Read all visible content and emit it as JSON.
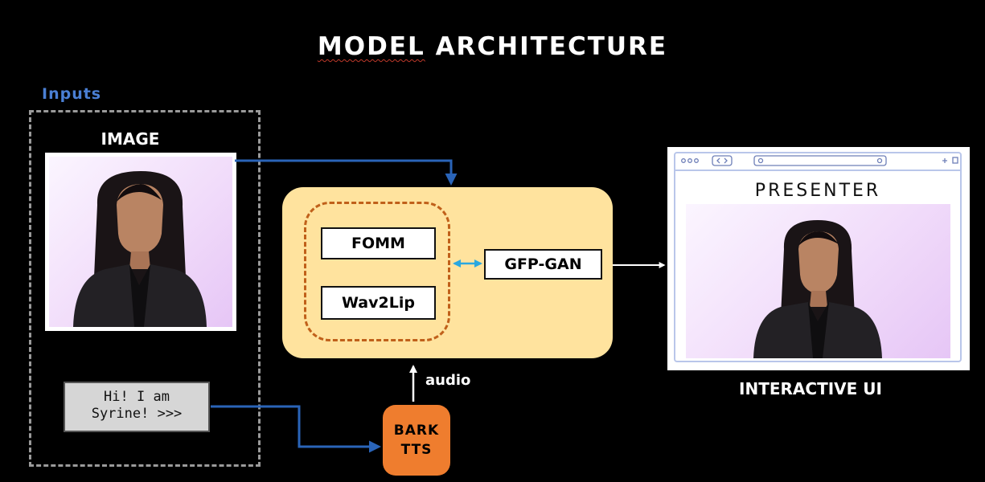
{
  "title": {
    "word1": "MODEL",
    "word2": "ARCHITECTURE"
  },
  "inputs": {
    "label": "Inputs",
    "image_label": "IMAGE",
    "text_line1": "Hi! I am",
    "text_line2": "Syrine! >>>"
  },
  "models": {
    "fomm": "FOMM",
    "wav2lip": "Wav2Lip",
    "gfpgan": "GFP-GAN"
  },
  "tts": {
    "line1": "BARK",
    "line2": "TTS"
  },
  "audio_label": "audio",
  "output": {
    "presenter_label": "PRESENTER",
    "ui_label": "INTERACTIVE UI"
  },
  "colors": {
    "background": "#000000",
    "inputs_label": "#4a7fd4",
    "model_box": "#ffe39e",
    "inner_dashed": "#c0601a",
    "bark_box": "#ef7d2e",
    "flow_arrow": "#2a64b8",
    "bidirectional_arrow": "#2aa8e0",
    "output_arrow": "#ffffff"
  }
}
